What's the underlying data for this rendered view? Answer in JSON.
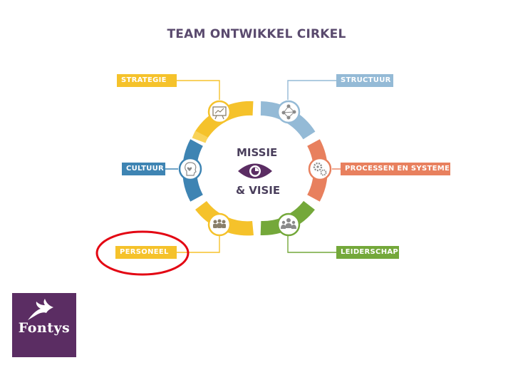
{
  "title": "TEAM ONTWIKKEL CIRKEL",
  "center": {
    "line1": "MISSIE",
    "line2": "& VISIE",
    "icon": "eye-icon"
  },
  "labels": {
    "strategie": "STRATEGIE",
    "structuur": "STRUCTUUR",
    "cultuur": "CULTUUR",
    "processen": "PROCESSEN EN SYSTEMEN",
    "personeel": "PERSONEEL",
    "leiderschap": "LEIDERSCHAP"
  },
  "colors": {
    "strategie": "#f5c22b",
    "structuur": "#94bad6",
    "cultuur": "#3e84b3",
    "processen": "#e8805e",
    "personeel": "#f5c22b",
    "leiderschap": "#74a83a",
    "highlight": "#e30613",
    "brand": "#5b2d63"
  },
  "icons": {
    "strategie": "presentation-icon",
    "structuur": "network-icon",
    "cultuur": "head-heart-icon",
    "processen": "gears-icon",
    "personeel": "people-icon",
    "leiderschap": "group-icon"
  },
  "logo": {
    "text": "Fontys"
  }
}
